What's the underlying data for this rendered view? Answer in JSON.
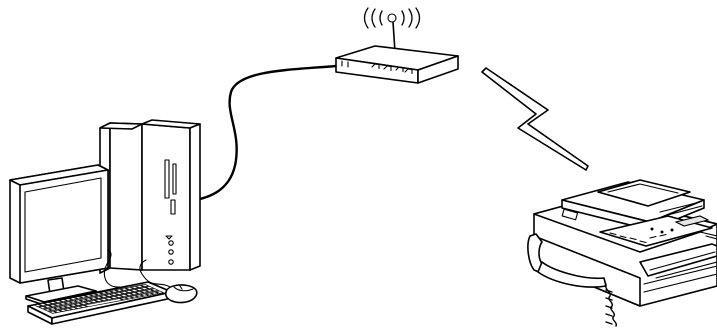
{
  "diagram": {
    "nodes": [
      {
        "id": "computer",
        "icon": "desktop-computer-icon"
      },
      {
        "id": "access-point",
        "icon": "wireless-router-icon"
      },
      {
        "id": "printer",
        "icon": "multifunction-printer-icon"
      }
    ],
    "links": [
      {
        "from": "computer",
        "to": "access-point",
        "type": "wired-cable"
      },
      {
        "from": "access-point",
        "to": "printer",
        "type": "wireless-lightning"
      }
    ],
    "colors": {
      "line": "#000000",
      "background": "#ffffff"
    }
  }
}
